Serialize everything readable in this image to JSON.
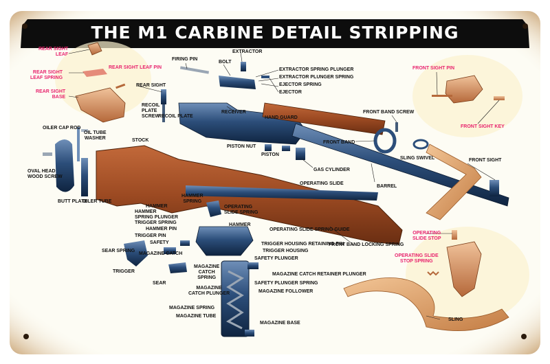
{
  "sign": {
    "title": "THE M1 CARBINE DETAIL STRIPPING",
    "colors": {
      "banner": "#0d0d0d",
      "background": "#fdfcf4",
      "rust": "#5a2f12",
      "wood": "#9c4a22",
      "steel": "#1f3f66",
      "leader_pink": "#e8246e",
      "sling": "#d9a06a"
    }
  },
  "labels": {
    "rear_sight_leaf": "REAR SIGHT\nLEAF",
    "rear_sight_leaf_spring": "REAR SIGHT\nLEAF SPRING",
    "rear_sight_leaf_pin": "REAR SIGHT LEAF PIN",
    "rear_sight_base": "REAR SIGHT\nBASE",
    "firing_pin": "FIRING PIN",
    "extractor": "EXTRACTOR",
    "bolt": "BOLT",
    "extractor_spring_plunger": "EXTRACTOR SPRING PLUNGER",
    "extractor_plunger_spring": "EXTRACTOR PLUNGER SPRING",
    "ejector_spring": "EJECTOR SPRING",
    "ejector": "EJECTOR",
    "rear_sight": "REAR SIGHT",
    "front_sight_pin": "FRONT SIGHT PIN",
    "recoil_plate_screw": "RECOIL\nPLATE\nSCREW",
    "recoil_plate": "RECOIL PLATE",
    "receiver": "RECEIVER",
    "hand_guard": "HAND GUARD",
    "front_band_screw": "FRONT BAND SCREW",
    "front_sight_key": "FRONT SIGHT KEY",
    "oiler_cap_rod": "OILER CAP ROD",
    "oil_tube_washer": "OIL TUBE\nWASHER",
    "stock": "STOCK",
    "piston_nut": "PISTON NUT",
    "piston": "PISTON",
    "front_band": "FRONT BAND",
    "sling_swivel": "SLING SWIVEL",
    "front_sight": "FRONT SIGHT",
    "oval_head_wood_screw": "OVAL HEAD\nWOOD SCREW",
    "gas_cylinder": "GAS CYLINDER",
    "barrel": "BARREL",
    "butt_plate": "BUTT PLATE",
    "oiler_tube": "OILER TUBE",
    "operating_slide": "OPERATING SLIDE",
    "hammer_spring": "HAMMER\nSPRING",
    "operating_slide_spring": "OPERATING\nSLIDE SPRING",
    "hammer": "HAMMER",
    "hammer_spring_plunger": "HAMMER\nSPRING PLUNGER",
    "trigger_spring": "TRIGGER SPRING",
    "hammer_label2": "HAMMER",
    "hammer_pin": "HAMMER PIN",
    "operating_slide_spring_guide": "OPERATING SLIDE SPRING GUIDE",
    "trigger_pin": "TRIGGER PIN",
    "front_band_locking_spring": "FRONT BAND LOCKING SPRING",
    "operating_slide_stop": "OPERATING\nSLIDE STOP",
    "safety": "SAFETY",
    "trigger_housing_retaining_pin": "TRIGGER HOUSING RETAINING PIN",
    "trigger_housing": "TRIGGER HOUSING",
    "operating_slide_stop_spring": "OPERATING SLIDE\nSTOP SPRING",
    "sear_spring": "SEAR SPRING",
    "magazine_catch": "MAGAZINE CATCH",
    "safety_plunger": "SAFETY PLUNGER",
    "trigger": "TRIGGER",
    "magazine_catch_spring": "MAGAZINE\nCATCH\nSPRING",
    "magazine_catch_retainer_plunger": "MAGAZINE CATCH RETAINER PLUNGER",
    "sear": "SEAR",
    "safety_plunger_spring": "SAFETY PLUNGER SPRING",
    "magazine_catch_plunger": "MAGAZINE\nCATCH PLUNGER",
    "magazine_follower": "MAGAZINE FOLLOWER",
    "magazine_spring": "MAGAZINE SPRING",
    "magazine_tube": "MAGAZINE TUBE",
    "magazine_base": "MAGAZINE BASE",
    "sling": "SLING"
  }
}
